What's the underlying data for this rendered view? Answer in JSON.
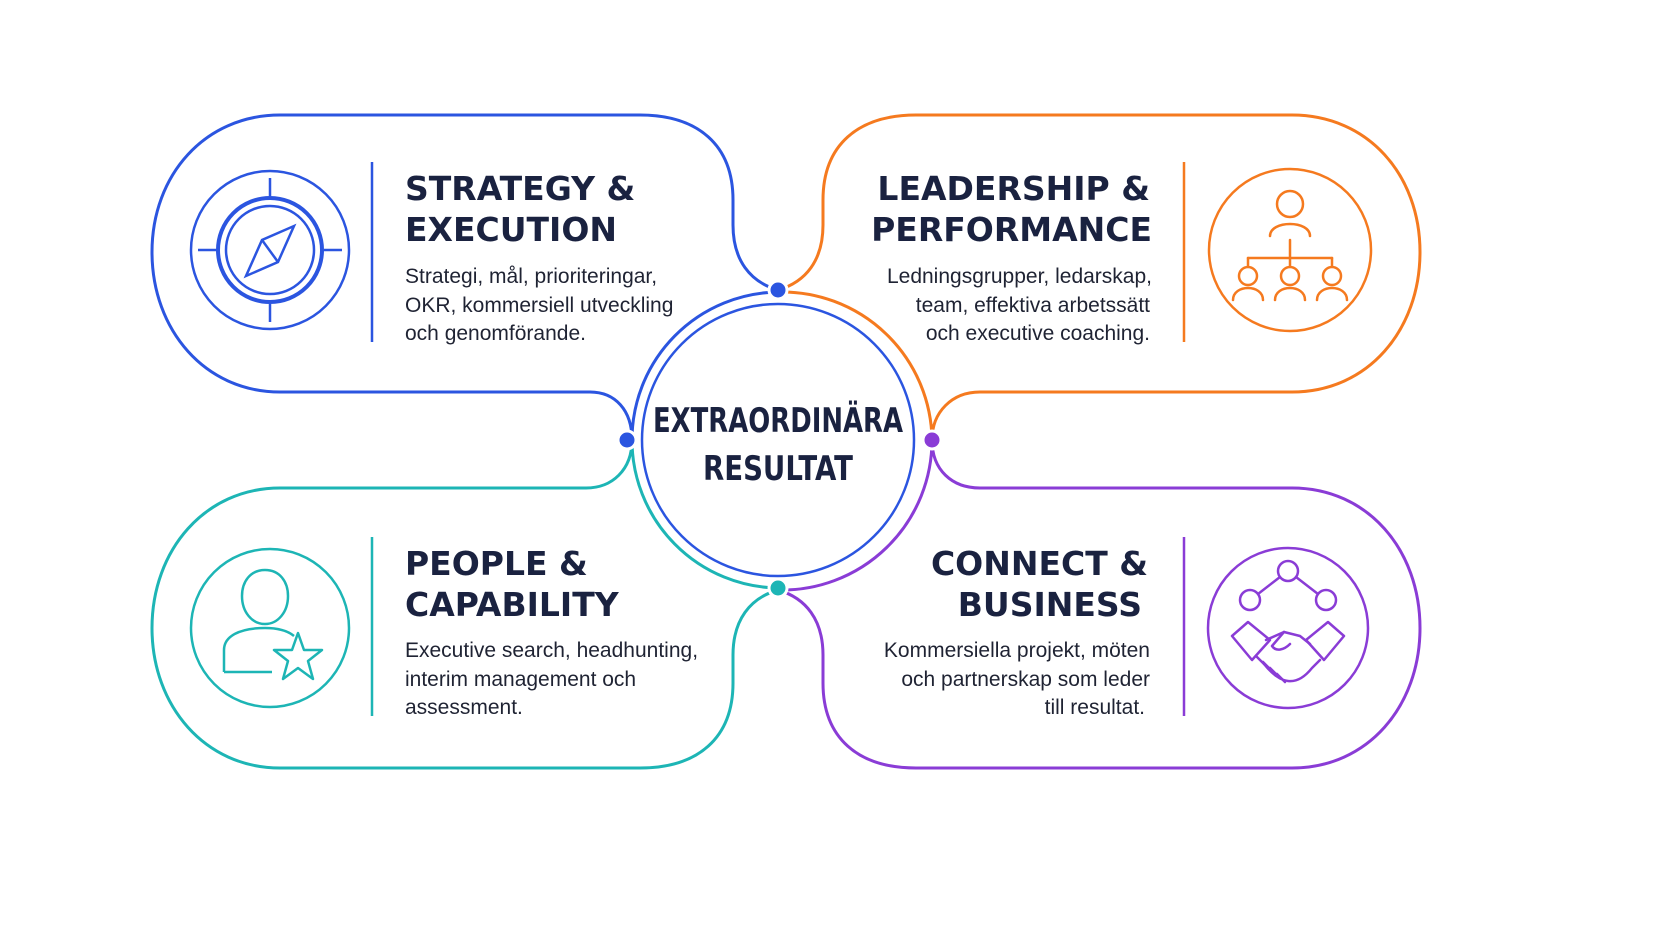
{
  "colors": {
    "blue": "#2B55E0",
    "orange": "#F57A1F",
    "teal": "#1DB5B5",
    "purple": "#8A3CD6",
    "dark_text": "#1A2240",
    "body_text": "#1F2333"
  },
  "center": {
    "line1": "EXTRAORDINÄRA",
    "line2": "RESULTAT"
  },
  "quadrants": {
    "strategy": {
      "icon": "compass-icon",
      "title_line1": "STRATEGY &",
      "title_line2": "EXECUTION",
      "desc_line1": "Strategi, mål, prioriteringar,",
      "desc_line2": "OKR, kommersiell utveckling",
      "desc_line3": "och genomförande."
    },
    "leadership": {
      "icon": "org-chart-icon",
      "title_line1": "LEADERSHIP &",
      "title_line2": "PERFORMANCE",
      "desc_line1": "Ledningsgrupper, ledarskap,",
      "desc_line2": "team, effektiva arbetssätt",
      "desc_line3": "och executive coaching."
    },
    "people": {
      "icon": "person-star-icon",
      "title_line1": "PEOPLE &",
      "title_line2": "CAPABILITY",
      "desc_line1": "Executive search, headhunting,",
      "desc_line2": "interim management och",
      "desc_line3": "assessment."
    },
    "connect": {
      "icon": "handshake-network-icon",
      "title_line1": "CONNECT &",
      "title_line2": "BUSINESS",
      "desc_line1": "Kommersiella projekt, möten",
      "desc_line2": "och partnerskap som leder",
      "desc_line3": "till resultat."
    }
  }
}
